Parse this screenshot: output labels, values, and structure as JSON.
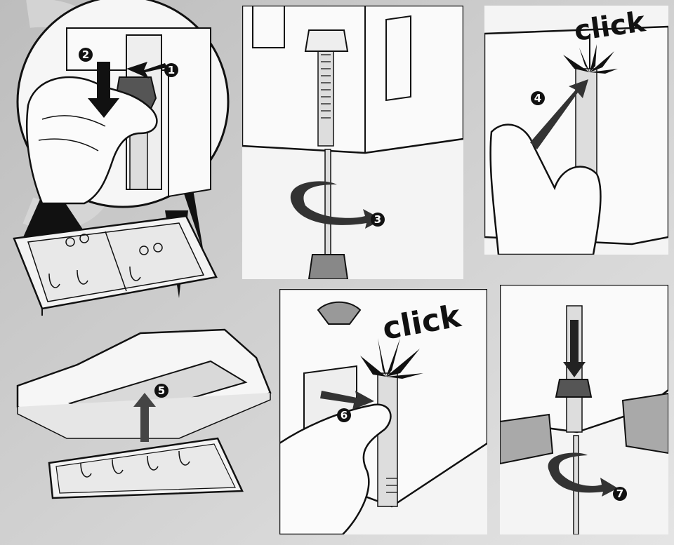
{
  "steps": [
    {
      "number": "1"
    },
    {
      "number": "2"
    },
    {
      "number": "3"
    },
    {
      "number": "4"
    },
    {
      "number": "5"
    },
    {
      "number": "6"
    },
    {
      "number": "7"
    }
  ],
  "callouts": {
    "click_top": "click",
    "click_middle": "click"
  },
  "colors": {
    "background": "#c9c9c9",
    "panel": "#f4f4f4",
    "line": "#111111",
    "part_dark": "#555555"
  }
}
